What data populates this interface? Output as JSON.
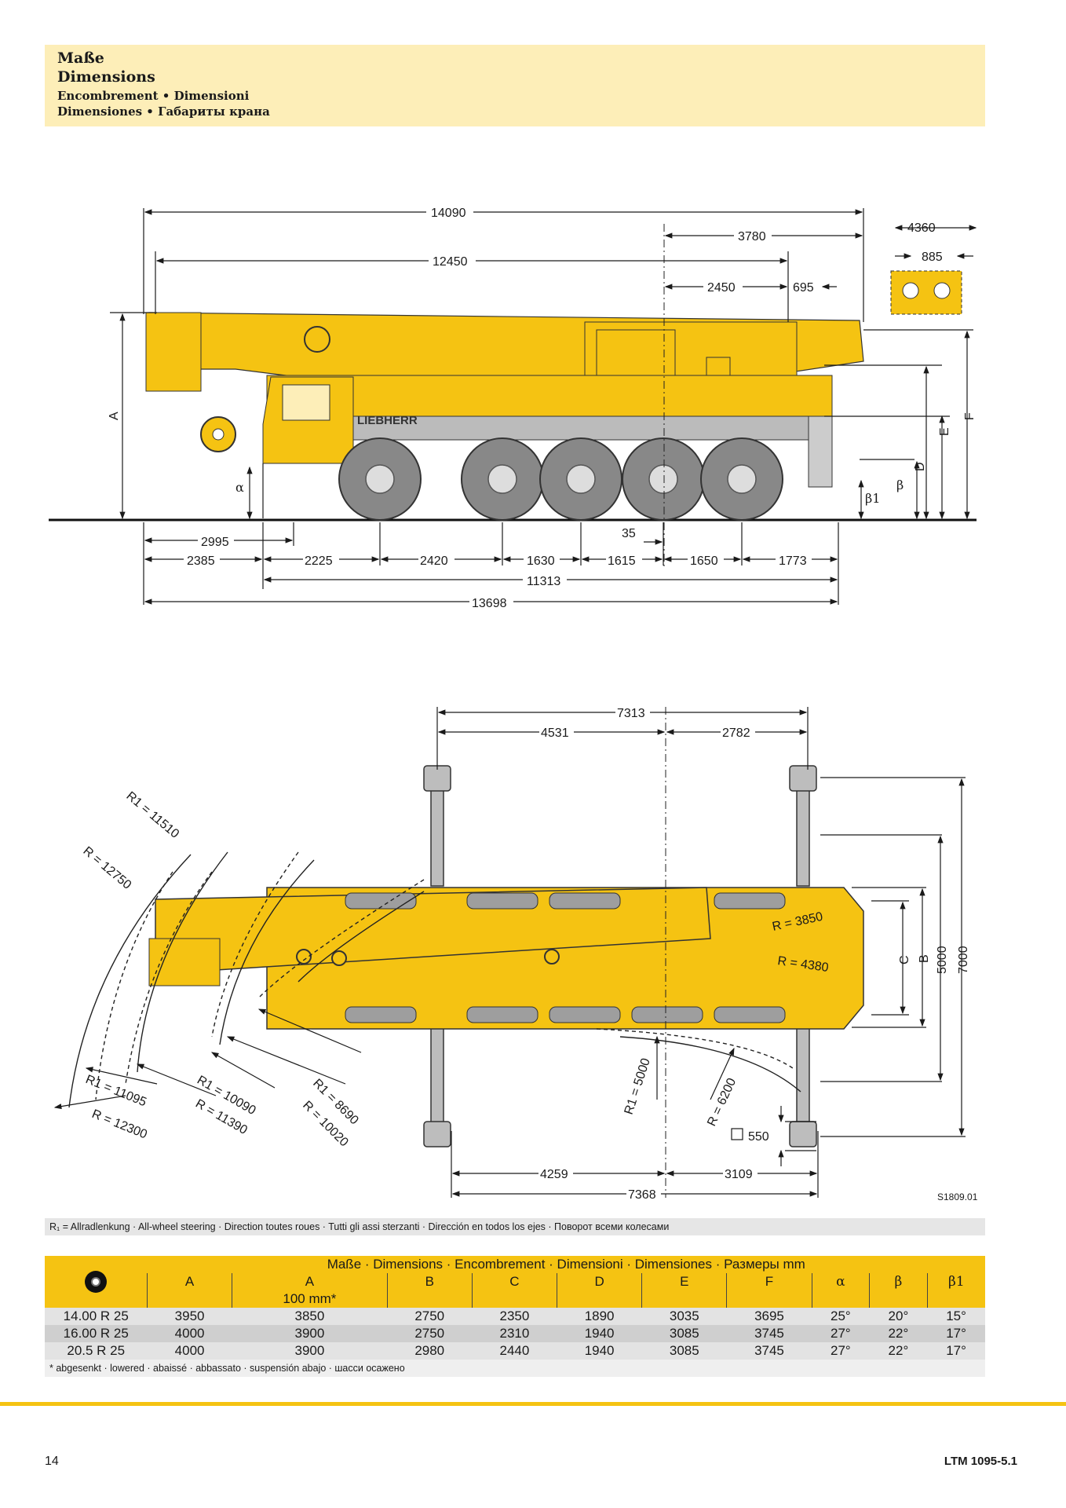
{
  "header": {
    "title_de": "Maße",
    "title_en": "Dimensions",
    "line3": "Encombrement • Dimensioni",
    "line4": "Dimensiones • Габариты крана"
  },
  "side_view": {
    "dims_top": [
      "14090",
      "3780",
      "12450",
      "2450",
      "695",
      "4360",
      "885"
    ],
    "dims_bottom": [
      "2995",
      "2385",
      "2225",
      "2420",
      "1630",
      "1615",
      "1650",
      "1773",
      "35",
      "11313",
      "13698"
    ],
    "height_labels": [
      "A",
      "D",
      "E",
      "F"
    ],
    "angle_labels": [
      "α",
      "β",
      "β1"
    ],
    "brand": "LIEBHERR"
  },
  "top_view": {
    "dims_top": [
      "7313",
      "4531",
      "2782"
    ],
    "dims_bottom": [
      "4259",
      "3109",
      "7368"
    ],
    "dims_right": [
      "C",
      "B",
      "5000",
      "7000"
    ],
    "square_dim": "550",
    "radii_left": [
      "R1 = 11510",
      "R = 12750",
      "R1 = 11095",
      "R = 12300",
      "R1 = 10090",
      "R = 11390",
      "R1 = 8690",
      "R = 10020"
    ],
    "radii_center": [
      "R1 = 5000",
      "R = 6200"
    ],
    "radii_right": [
      "R = 3850",
      "R = 4380"
    ]
  },
  "drawing_code": "S1809.01",
  "note_r1": "R₁ =  Allradlenkung · All-wheel steering · Direction toutes roues · Tutti gli assi sterzanti · Dirección en todos los ejes · Поворот всеми колесами",
  "table": {
    "title": "Maße · Dimensions · Encombrement · Dimensioni · Dimensiones · Размеры mm",
    "columns": [
      "A",
      "A",
      "B",
      "C",
      "D",
      "E",
      "F",
      "α",
      "β",
      "β1"
    ],
    "col2_sub": "100 mm*",
    "rows": [
      [
        "14.00 R 25",
        "3950",
        "3850",
        "2750",
        "2350",
        "1890",
        "3035",
        "3695",
        "25°",
        "20°",
        "15°"
      ],
      [
        "16.00 R 25",
        "4000",
        "3900",
        "2750",
        "2310",
        "1940",
        "3085",
        "3745",
        "27°",
        "22°",
        "17°"
      ],
      [
        "20.5    R 25",
        "4000",
        "3900",
        "2980",
        "2440",
        "1940",
        "3085",
        "3745",
        "27°",
        "22°",
        "17°"
      ]
    ],
    "footnote": "* abgesenkt · lowered · abaissé · abbassato · suspensión abajo · шасси осажено"
  },
  "footer": {
    "page_number": "14",
    "model": "LTM 1095-5.1"
  },
  "colors": {
    "crane_yellow": "#f5c312",
    "header_bg": "#fdeeb8",
    "table_header": "#f5c312"
  }
}
